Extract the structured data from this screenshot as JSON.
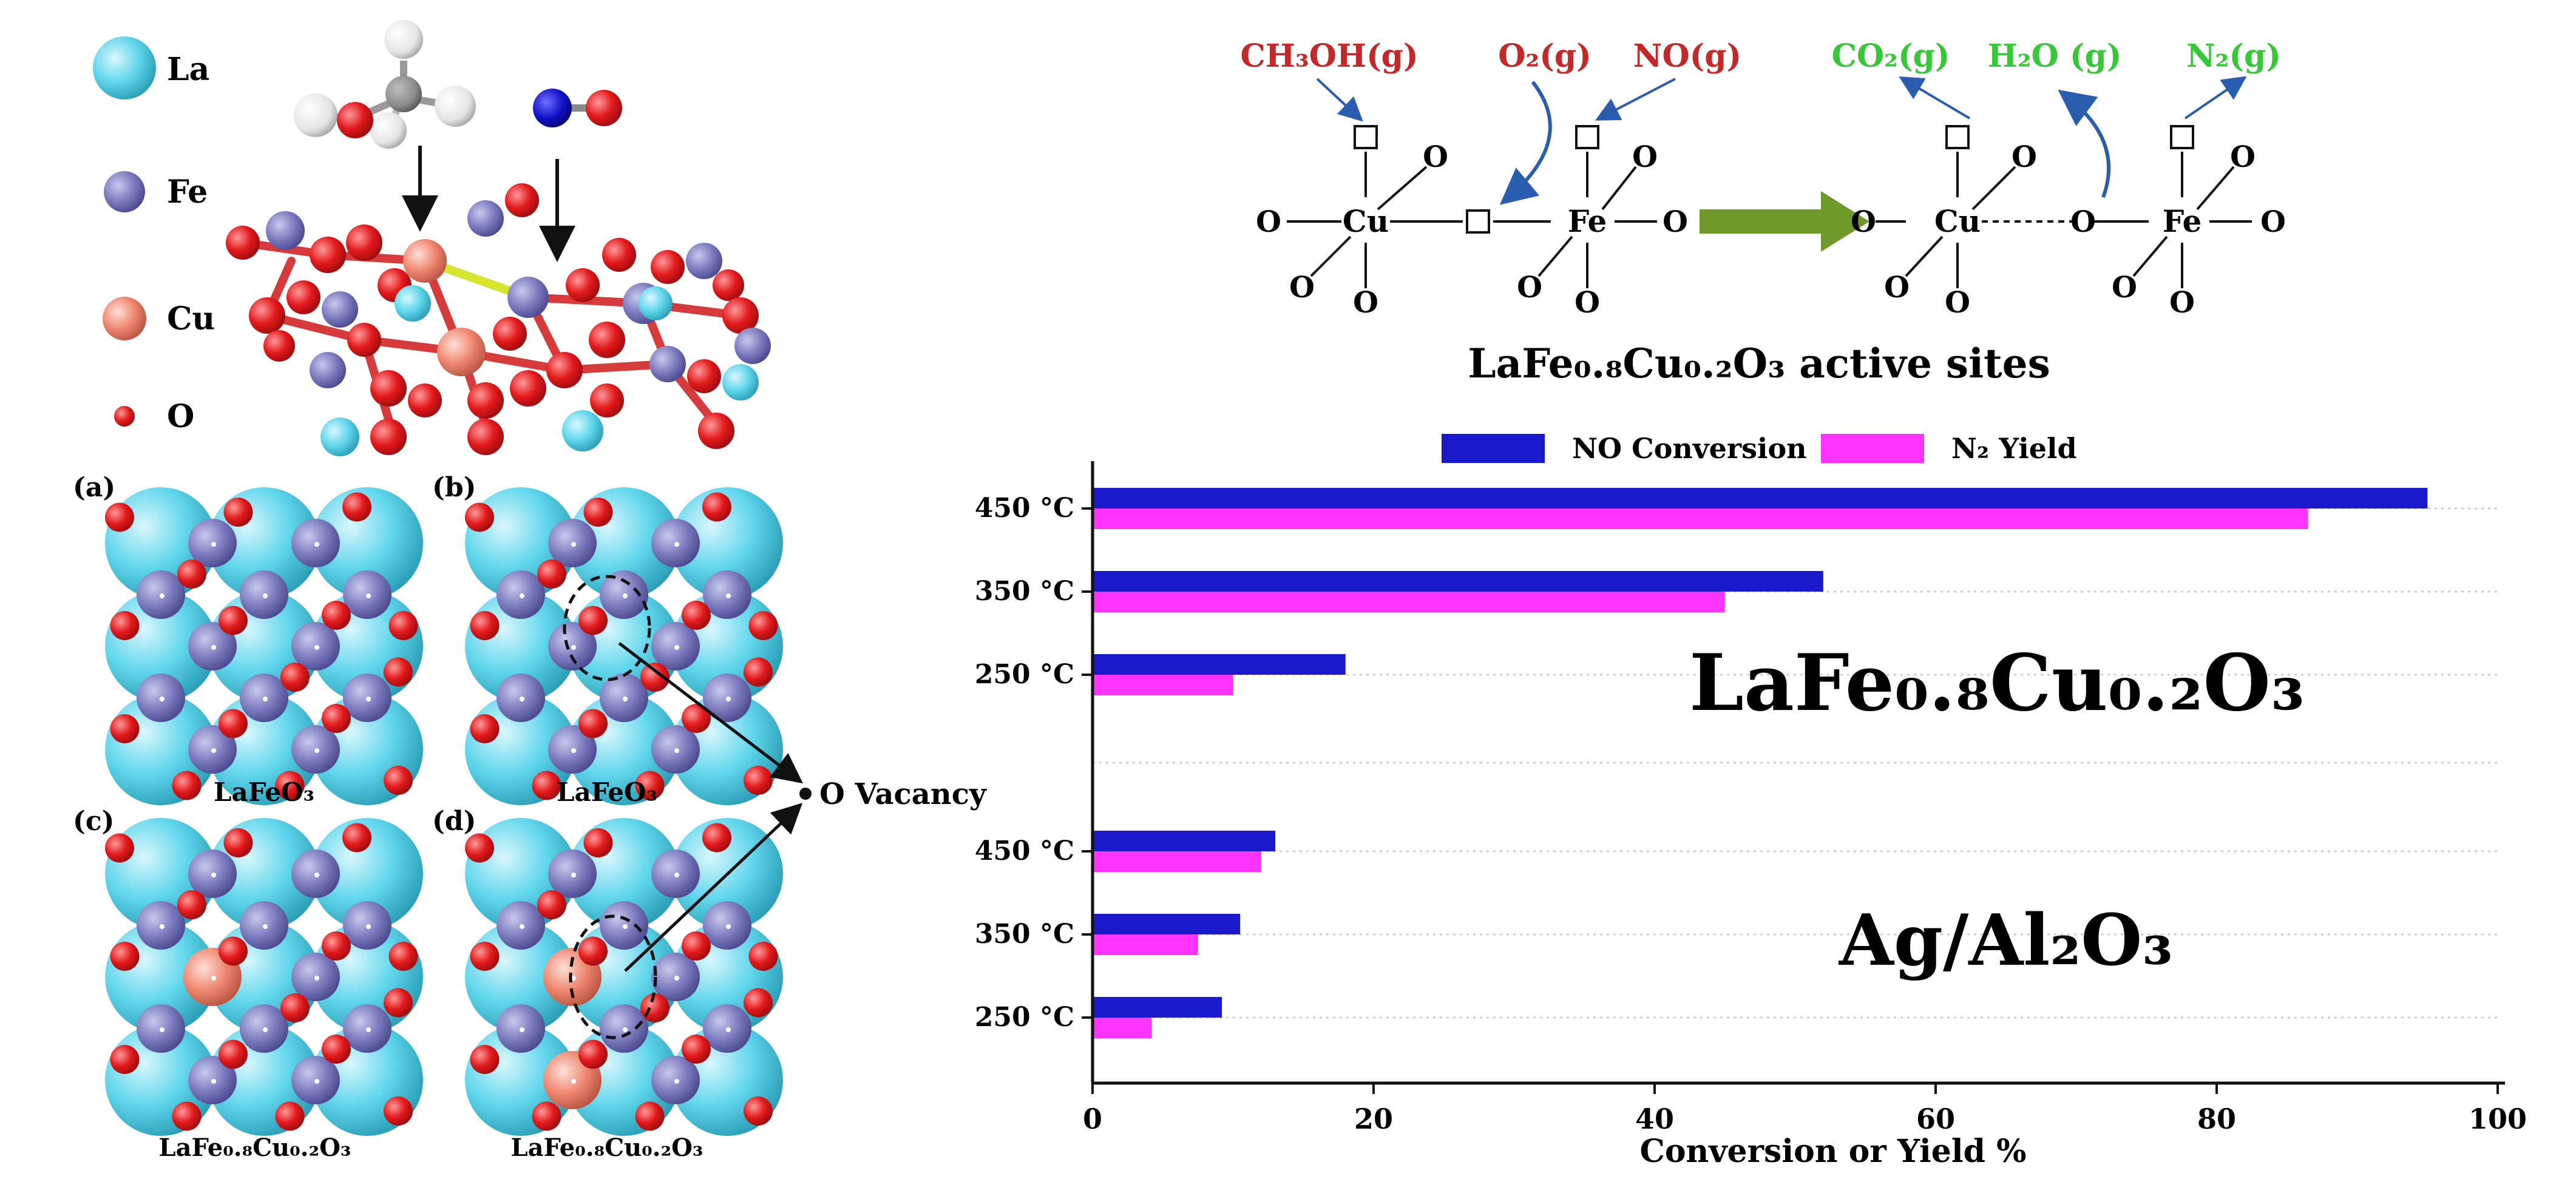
{
  "legend_atoms": [
    {
      "symbol": "La",
      "color": "#5fd6ec"
    },
    {
      "symbol": "Fe",
      "color": "#7d7cc0"
    },
    {
      "symbol": "Cu",
      "color": "#f08770"
    },
    {
      "symbol": "O",
      "color": "#e31a1c"
    }
  ],
  "panels": [
    {
      "tag": "(a)",
      "caption": "LaFeO₃"
    },
    {
      "tag": "(b)",
      "caption": "LaFeO₃"
    },
    {
      "tag": "(c)",
      "caption": "LaFe₀.₈Cu₀.₂O₃"
    },
    {
      "tag": "(d)",
      "caption": "LaFe₀.₈Cu₀.₂O₃"
    }
  ],
  "vacancy_label": "O Vacancy",
  "scheme": {
    "reactants": [
      "CH₃OH(g)",
      "O₂(g)",
      "NO(g)"
    ],
    "products": [
      "CO₂(g)",
      "H₂O (g)",
      "N₂(g)"
    ],
    "site_labels": {
      "cu": "Cu",
      "fe": "Fe",
      "o": "O"
    },
    "title": "LaFe₀.₈Cu₀.₂O₃ active sites",
    "reactant_color": "#c62828",
    "product_color": "#37c837",
    "arrow_color": "#6f9a2a"
  },
  "chart_data": {
    "type": "bar",
    "orientation": "horizontal",
    "categories": [
      "450 °C",
      "350 °C",
      "250 °C",
      "450 °C",
      "350 °C",
      "250 °C"
    ],
    "groups": [
      {
        "name": "LaFe₀.₈Cu₀.₂O₃",
        "categories": [
          "450 °C",
          "350 °C",
          "250 °C"
        ]
      },
      {
        "name": "Ag/Al₂O₃",
        "categories": [
          "450 °C",
          "350 °C",
          "250 °C"
        ]
      }
    ],
    "series": [
      {
        "name": "NO Conversion",
        "color": "#1a1acc",
        "values": [
          95,
          52,
          18,
          13,
          10.5,
          9.2
        ]
      },
      {
        "name": "N₂ Yield",
        "color": "#ff33ff",
        "values": [
          86.5,
          45,
          10,
          12,
          7.5,
          4.2
        ]
      }
    ],
    "xlabel": "Conversion or Yield %",
    "xlim": [
      0,
      100
    ],
    "xticks": [
      0,
      20,
      40,
      60,
      80,
      100
    ],
    "grid": "horizontal dotted",
    "legend_position": "top"
  }
}
